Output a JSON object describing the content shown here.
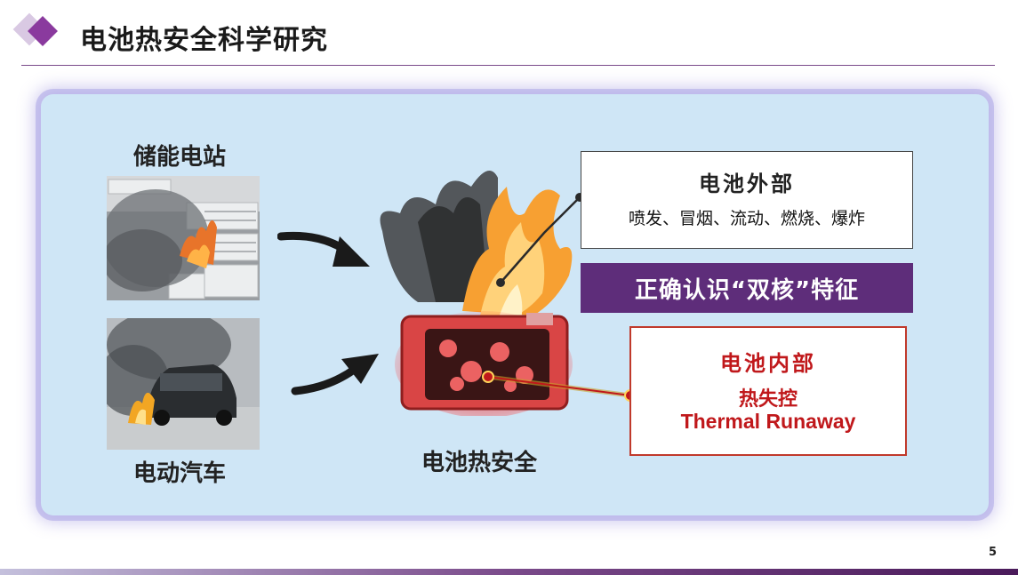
{
  "header": {
    "title": "电池热安全科学研究"
  },
  "left": {
    "storage_label": "储能电站",
    "ev_label": "电动汽车"
  },
  "center": {
    "label": "电池热安全"
  },
  "external_box": {
    "title": "电池外部",
    "body": "喷发、冒烟、流动、燃烧、爆炸"
  },
  "banner": {
    "text": "正确认识“双核”特征"
  },
  "internal_box": {
    "title": "电池内部",
    "line1": "热失控",
    "line2": "Thermal Runaway"
  },
  "footer": {
    "page_number": "5"
  },
  "colors": {
    "accent_purple": "#5e2d7a",
    "panel_blue": "#cfe6f6",
    "alert_red": "#c0181b"
  }
}
